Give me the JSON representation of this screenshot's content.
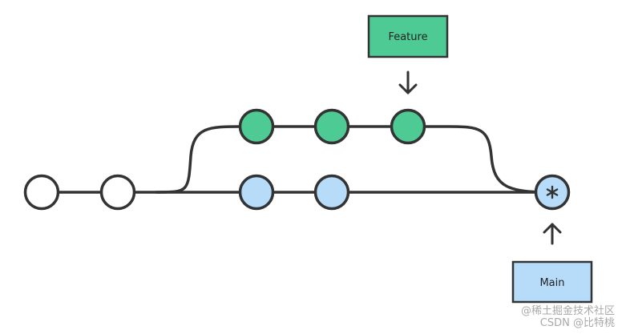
{
  "colors": {
    "stroke": "#333333",
    "feature": "#4ecb94",
    "main": "#b7dcf9",
    "empty": "#ffffff"
  },
  "labels": {
    "feature": "Feature",
    "main": "Main"
  },
  "watermark": {
    "line1": "@稀土掘金技术社区",
    "line2": "CSDN @比特桃"
  },
  "commits": [
    {
      "branch": "main",
      "color": "empty"
    },
    {
      "branch": "main",
      "color": "empty"
    },
    {
      "branch": "main",
      "color": "main"
    },
    {
      "branch": "main",
      "color": "main"
    },
    {
      "branch": "feature",
      "color": "feature"
    },
    {
      "branch": "feature",
      "color": "feature"
    },
    {
      "branch": "feature",
      "color": "feature"
    },
    {
      "branch": "main",
      "color": "main",
      "merge": true
    }
  ],
  "icons": {
    "feature_pointer": "arrow-down-icon",
    "main_pointer": "arrow-up-icon",
    "merge_marker": "asterisk-icon"
  }
}
